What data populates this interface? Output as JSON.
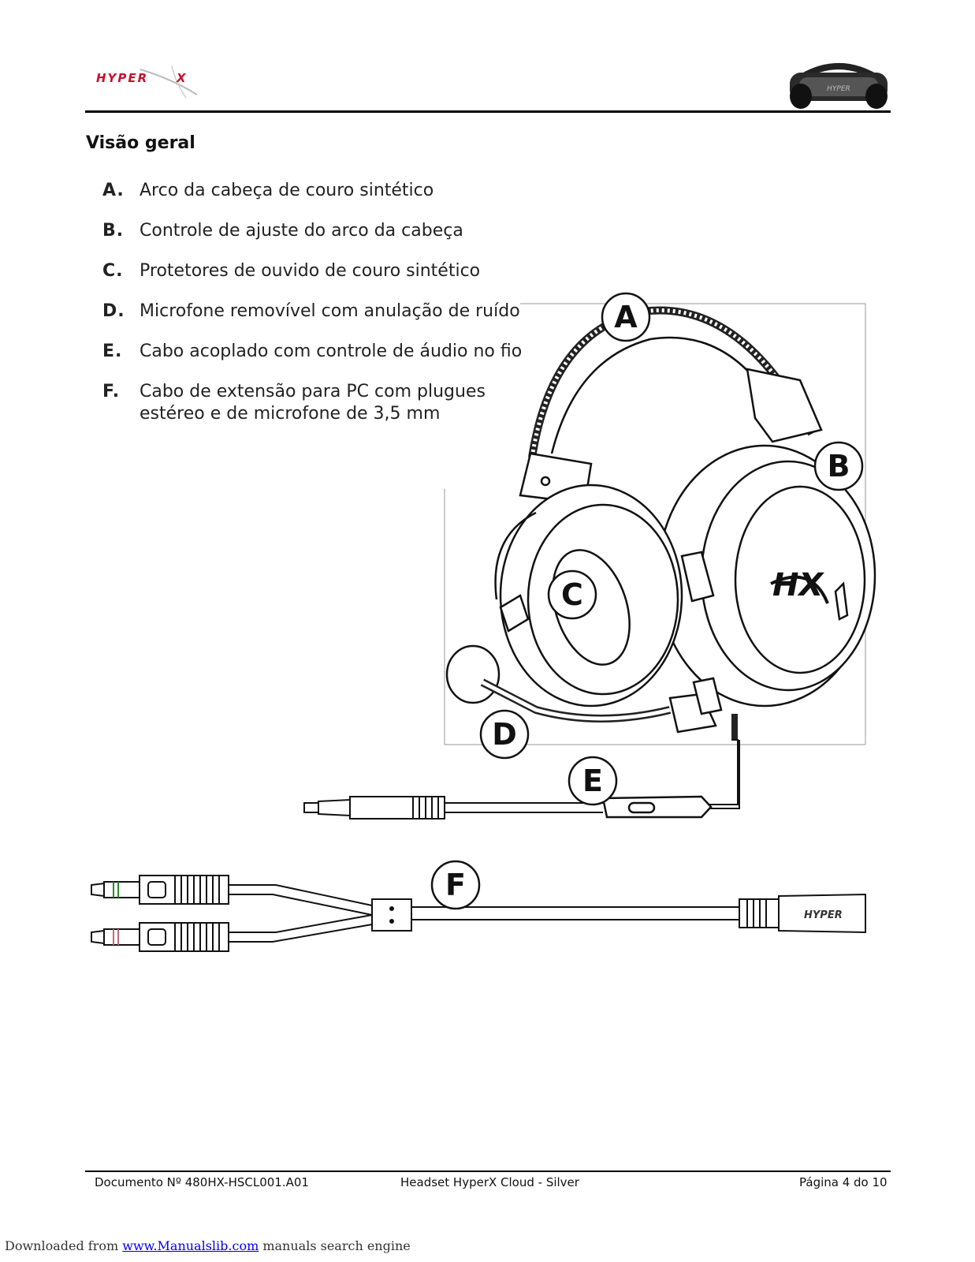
{
  "header": {
    "logo_text": "HYPER X"
  },
  "section_title": "Visão geral",
  "legend": [
    {
      "letter": "A.",
      "text": "Arco da cabeça de couro sintético"
    },
    {
      "letter": "B.",
      "text": "Controle de ajuste do arco da cabeça"
    },
    {
      "letter": "C.",
      "text": "Protetores de ouvido de couro sintético"
    },
    {
      "letter": "D.",
      "text": "Microfone removível com anulação de ruído"
    },
    {
      "letter": "E.",
      "text": "Cabo acoplado com controle de áudio no fio"
    },
    {
      "letter": "F.",
      "text": "Cabo de extensão para PC com plugues estéreo e de microfone de 3,5 mm"
    }
  ],
  "figure_labels": {
    "a": "A",
    "b": "B",
    "c": "C",
    "d": "D",
    "e": "E",
    "f": "F"
  },
  "footer": {
    "doc_number": "Documento Nº 480HX-HSCL001.A01",
    "title": "Headset HyperX Cloud - Silver",
    "page": "Página 4 do 10"
  },
  "download": {
    "prefix": "Downloaded from ",
    "link_text": "www.Manualslib.com",
    "suffix": " manuals search engine"
  },
  "colors": {
    "logo_red": "#c8102e",
    "rule": "#000000",
    "link": "#0000ee"
  }
}
